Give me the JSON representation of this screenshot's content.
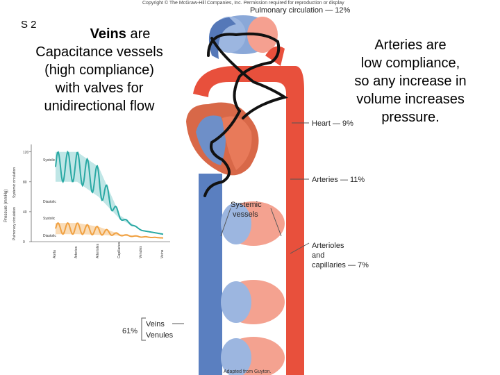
{
  "slide": {
    "number": "S 2"
  },
  "left_note": {
    "lead": "Veins",
    "lead_rest": " are",
    "line2": "Capacitance vessels",
    "line3": "(high compliance)",
    "line4": "with valves for",
    "line5": "unidirectional flow"
  },
  "right_note": {
    "line1": "Arteries are",
    "line2": "low compliance,",
    "line3": "so any increase in",
    "line4": "volume increases",
    "line5": "pressure."
  },
  "diagram": {
    "copyright": "Copyright © The McGraw-Hill Companies, Inc. Permission required for reproduction or display",
    "pulmonary_label": "Pulmonary circulation — 12%",
    "heart_label": "Heart — 9%",
    "arteries_label": "Arteries — 11%",
    "systemic_label_1": "Systemic",
    "systemic_label_2": "vessels",
    "arterioles_label_1": "Arterioles",
    "arterioles_label_2": "and",
    "arterioles_label_3": "capillaries — 7%",
    "veins_pct": "61%",
    "veins_label": "Veins",
    "venules_label": "Venules",
    "credit": "Adapted from Guyton.",
    "colors": {
      "artery": "#e8503c",
      "vein": "#5578b8",
      "dark_artery": "#c8402e"
    }
  },
  "chart_data": {
    "type": "line",
    "title": "",
    "ylabel": "Pressure (mmHg)",
    "y_ticks": [
      "0",
      "40",
      "80",
      "120"
    ],
    "ylim": [
      0,
      130
    ],
    "x_categories": [
      "Aorta",
      "Arteries",
      "Arterioles",
      "Capillaries",
      "Venules",
      "Veins"
    ],
    "side_labels": [
      "Systemic circulation",
      "Pulmonary circulation"
    ],
    "series": [
      {
        "name": "Systolic",
        "values": [
          120,
          120,
          100,
          35,
          15,
          10
        ]
      },
      {
        "name": "Diastolic",
        "values": [
          80,
          80,
          60,
          30,
          15,
          10
        ]
      },
      {
        "name": "Systolic",
        "values": [
          25,
          25,
          20,
          10,
          7,
          5
        ]
      },
      {
        "name": "Diastolic",
        "values": [
          10,
          10,
          9,
          8,
          6,
          5
        ]
      }
    ],
    "colors": {
      "systemic": "#2aa9a4",
      "systemic_fill": "#bfe6e6",
      "pulmonary": "#f0a040",
      "pulmonary_fill": "#f9dcb8"
    }
  }
}
